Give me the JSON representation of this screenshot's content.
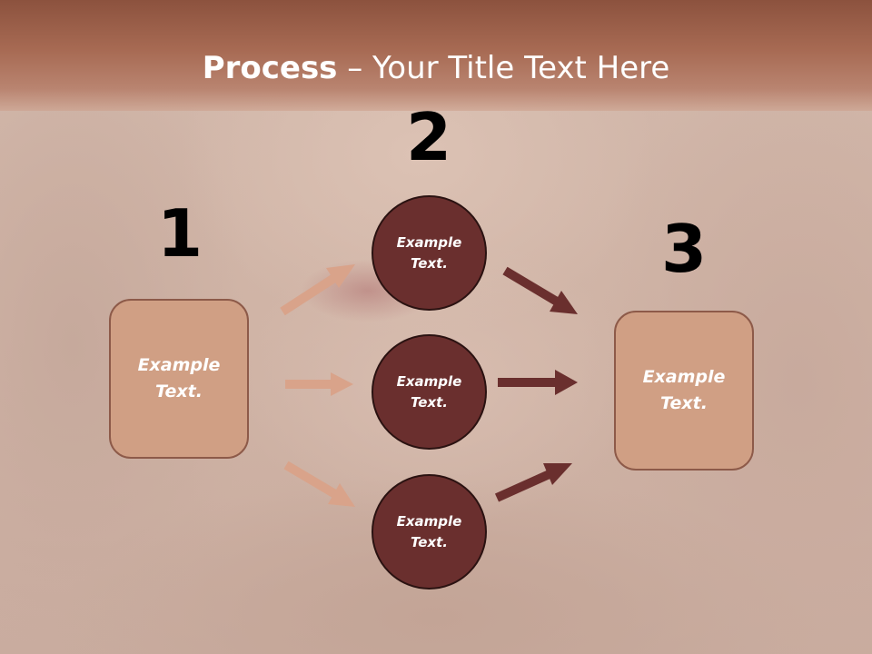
{
  "title": {
    "bold": "Process",
    "rest": " – Your Title Text Here"
  },
  "steps": {
    "step1": {
      "number": "1",
      "text": "Example Text."
    },
    "step2": {
      "number": "2"
    },
    "step3": {
      "number": "3",
      "text": "Example Text."
    }
  },
  "circles": [
    {
      "text": "Example Text."
    },
    {
      "text": "Example Text."
    },
    {
      "text": "Example Text."
    }
  ],
  "colors": {
    "header": "#a76a53",
    "box_fill": "#d09f84",
    "circle_fill": "#6a2f2e",
    "arrow_light": "#d9a38a",
    "arrow_dark": "#6a2f2e"
  }
}
